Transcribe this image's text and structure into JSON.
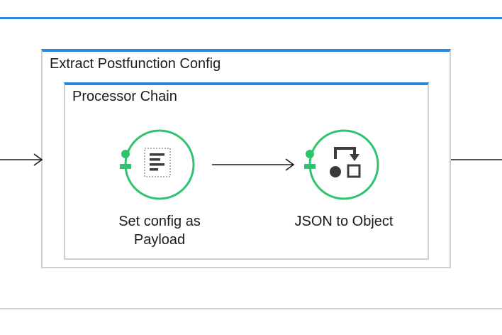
{
  "outer_scope": {
    "title": "Extract Postfunction Config"
  },
  "inner_scope": {
    "title": "Processor Chain"
  },
  "nodes": [
    {
      "label_line1": "Set config as",
      "label_line2": "Payload",
      "icon": "payload-list-icon"
    },
    {
      "label_line1": "JSON to Object",
      "label_line2": "",
      "icon": "transform-shapes-icon"
    }
  ],
  "colors": {
    "accent": "#2b88d8",
    "node_ring": "#2ec46d",
    "icon": "#3c3c3c",
    "border": "#cfcfcf"
  }
}
